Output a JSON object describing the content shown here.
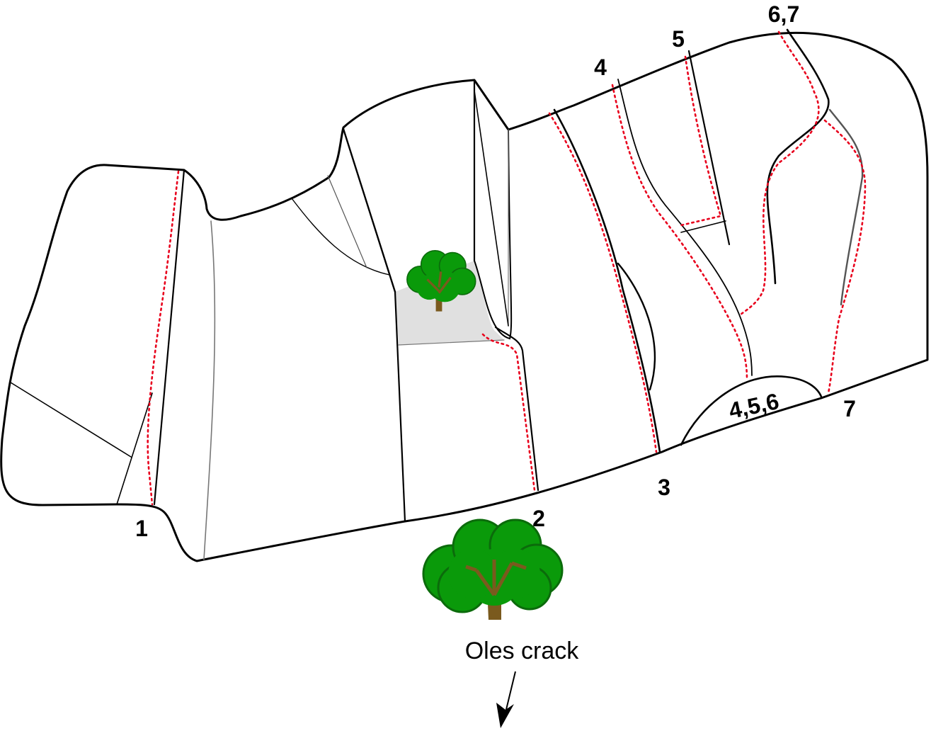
{
  "route_labels": {
    "r1": "1",
    "r2": "2",
    "r3": "3",
    "r4": "4",
    "r5": "5",
    "r67": "6,7",
    "r456": "4,5,6",
    "r7": "7"
  },
  "caption": "Oles crack",
  "colors": {
    "outline": "#000000",
    "route": "#e8001c",
    "ledge_fill": "#e0e0e0",
    "tree_leaf": "#0a9a0a",
    "tree_trunk": "#7a5a1e"
  }
}
